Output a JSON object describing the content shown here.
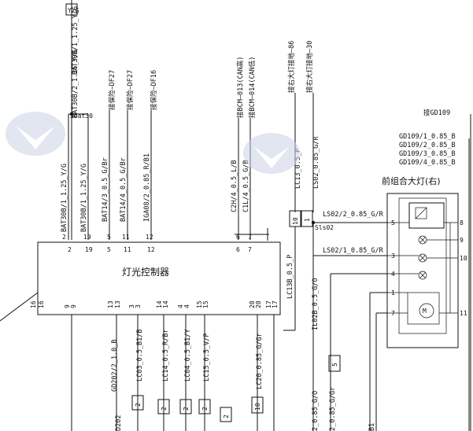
{
  "wires_top": [
    {
      "label": "BAT30B/1_1.25_Y/G"
    },
    {
      "label": "BAT30B/1_1.25_Y/G"
    },
    {
      "label": "BAT30B/2_1.25_Y/G"
    },
    {
      "label": "BAT30B/1_1.25_Y/G"
    },
    {
      "label": "BAT14/3_0.5_G/Br"
    },
    {
      "label": "BAT14/4_0.5_G/Br"
    },
    {
      "label": "IGA08/2_0.85_R/B1"
    },
    {
      "label": "C2H/4_0.5_L/B"
    },
    {
      "label": "C1L/4_0.5_G/B"
    },
    {
      "label": "LC13_0.5_P"
    },
    {
      "label": "LS02_0.85_G/R"
    }
  ],
  "wires_bottom": [
    {
      "label": "GD202/2_1.0_B"
    },
    {
      "label": "LC03_0.5_B1/B"
    },
    {
      "label": "LC14_0.5_R/Br"
    },
    {
      "label": "LC04_0.5_B1/Y"
    },
    {
      "label": "LC15_0.5_V/P"
    },
    {
      "label": "LC20_0.85_G/Gr"
    },
    {
      "label": "LC13B_0.5_P"
    },
    {
      "label": "IL02B_0.5_G/O"
    }
  ],
  "refs": {
    "fuse1": "接保险—DF27",
    "fuse2": "接保险—DF27",
    "fuse3": "接保险—DF16",
    "bcm1": "接BCM—013(CAN高)",
    "bcm2": "接BCM—014(CAN低)",
    "headlamp1": "接右大灯接地—86",
    "headlamp2": "接右大灯接地—30",
    "gd_top": "接GD109"
  },
  "labels": {
    "sbat": "Sbat30",
    "sls": "Sls02",
    "controller": "灯光控制器",
    "headlamp": "前组合大灯(右)",
    "tag_top": "Y/G",
    "ls_wire1": "LS02/2_0.85_G/R",
    "ls_wire2": "LS02/1_0.85_G/R",
    "lc13_v": "LC13B_0.5_P",
    "il02b_bottom": "2_0.85_G/O",
    "br_bottom": "2_0.85_G/Gr",
    "gd_b1": "B1",
    "gd_202": "D202"
  },
  "ground_list": [
    "GD109/1_0.85_B",
    "GD109/2_0.85_B",
    "GD109/3_0.85_B",
    "GD109/4_0.85_B"
  ],
  "controller_pins_top": [
    "2",
    "19",
    "5",
    "11",
    "12",
    "6",
    "7"
  ],
  "controller_pins_top_lower": [
    "2",
    "19",
    "5",
    "11",
    "12",
    "6",
    "7"
  ],
  "controller_pins_bottom": [
    "16",
    "9",
    "13",
    "3",
    "14",
    "4",
    "15",
    "20",
    "17"
  ],
  "controller_pins_bottom_upper": [
    "16",
    "9",
    "13",
    "3",
    "14",
    "4",
    "15",
    "20",
    "17"
  ],
  "headlamp_pins_left": [
    "5",
    "3",
    "4",
    "1",
    "7"
  ],
  "headlamp_pins_right": [
    "8",
    "9",
    "10",
    "11"
  ],
  "connector_codes": {
    "c1": "10",
    "c2": "1",
    "c3": "2",
    "c4": "2",
    "c5": "2",
    "c6": "2",
    "c7": "2",
    "c8": "10",
    "c9": "5"
  }
}
